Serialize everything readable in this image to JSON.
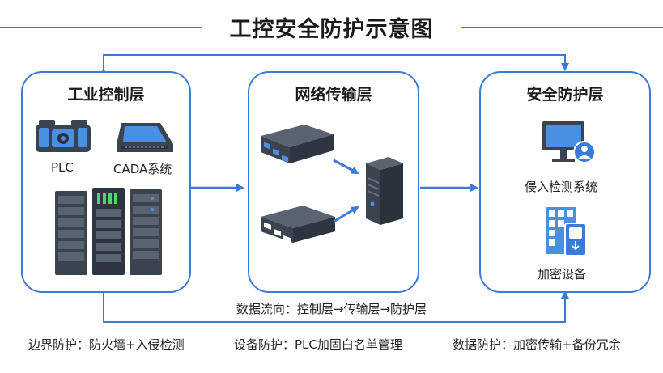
{
  "title": "工控安全防护示意图",
  "panels": {
    "industrial": {
      "title": "工业控制层",
      "plc_label": "PLC",
      "scada_label": "CADA系统"
    },
    "network": {
      "title": "网络传输层"
    },
    "security": {
      "title": "安全防护层",
      "ids_label": "侵入检测系统",
      "encrypt_label": "加密设备"
    }
  },
  "flow_text": "数据流向：控制层→传输层→防护层",
  "footer": [
    "边界防护：防火墙+入侵检测",
    "设备防护：PLC加固白名单管理",
    "数据防护：加密传输+备份冗余"
  ],
  "colors": {
    "accent": "#3a7bd5",
    "dark_device": "#3b4350",
    "device_blue": "#4a90e2"
  }
}
